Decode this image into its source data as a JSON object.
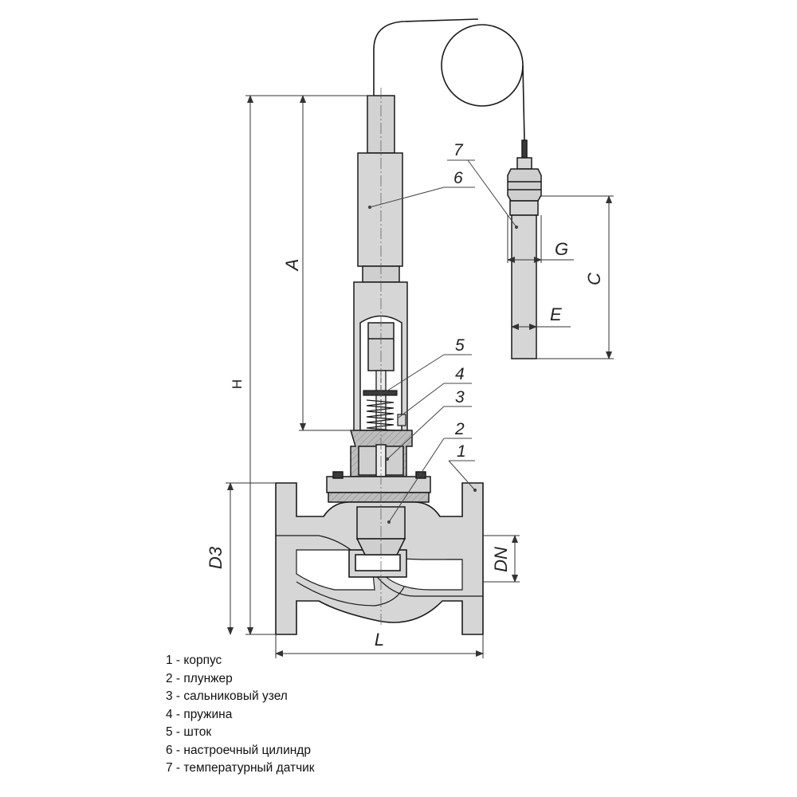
{
  "colors": {
    "line": "#1a1a1a",
    "body_fill": "#d6d6d6",
    "section_fill": "#b8b8b8",
    "dark_fill": "#3a3a3a",
    "dim_line": "#333333"
  },
  "dimensions": {
    "A": "A",
    "H": "H",
    "D3": "D3",
    "L": "L",
    "DN": "DN",
    "C": "C",
    "G": "G",
    "E": "E"
  },
  "callouts": [
    "1",
    "2",
    "3",
    "4",
    "5",
    "6",
    "7"
  ],
  "legend": [
    "1 - корпус",
    "2 - плунжер",
    "3 - сальниковый узел",
    "4 - пружина",
    "5 - шток",
    "6 - настроечный цилиндр",
    "7 - температурный датчик"
  ]
}
